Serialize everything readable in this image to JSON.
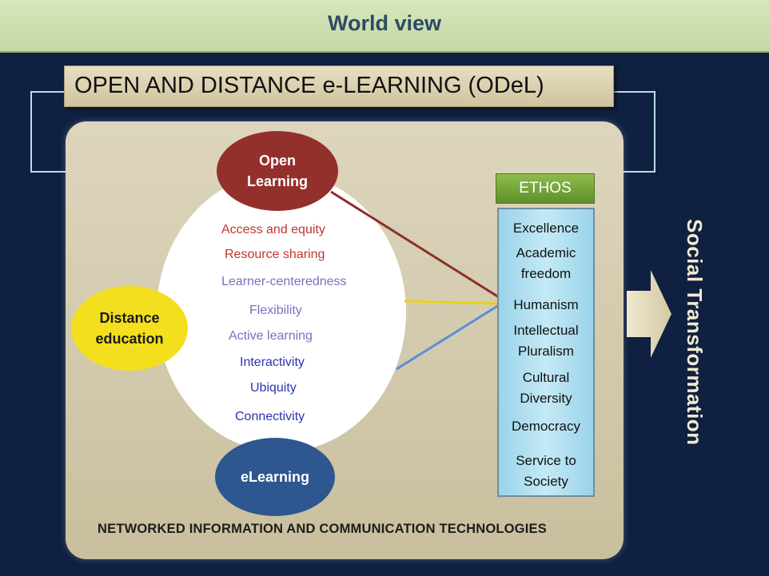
{
  "header": {
    "title": "World view"
  },
  "odel": {
    "title": "OPEN AND DISTANCE e-LEARNING (ODeL)"
  },
  "circles": {
    "open_learning": "Open\nLearning",
    "distance_education": "Distance\neducation",
    "elearning": "eLearning"
  },
  "values": [
    {
      "label": "Access and equity",
      "color": "#c0362c"
    },
    {
      "label": "Resource sharing",
      "color": "#c0362c"
    },
    {
      "label": "Learner-centeredness",
      "color": "#7b6fbd"
    },
    {
      "label": "Flexibility",
      "color": "#7b6fbd"
    },
    {
      "label": "Active learning",
      "color": "#7b6fbd"
    },
    {
      "label": "Interactivity",
      "color": "#2b33b0"
    },
    {
      "label": "Ubiquity",
      "color": "#2b33b0"
    },
    {
      "label": "Connectivity",
      "color": "#2b33b0"
    }
  ],
  "ethos": {
    "title": "ETHOS",
    "items": [
      "Excellence",
      "Academic\nfreedom",
      "Humanism",
      "Intellectual\nPluralism",
      "Cultural\nDiversity",
      "Democracy",
      "Service to\nSociety"
    ]
  },
  "footer": {
    "label": "NETWORKED INFORMATION AND COMMUNICATION  TECHNOLOGIES"
  },
  "outcome": {
    "label": "Social Transformation"
  },
  "colors": {
    "background": "#102040",
    "open_learning": "#93302c",
    "distance_education": "#f3df1e",
    "elearning": "#2e578f",
    "line_open": "#8b2f2b",
    "line_distance": "#e6d21f",
    "line_elearning": "#5b8fd1"
  }
}
